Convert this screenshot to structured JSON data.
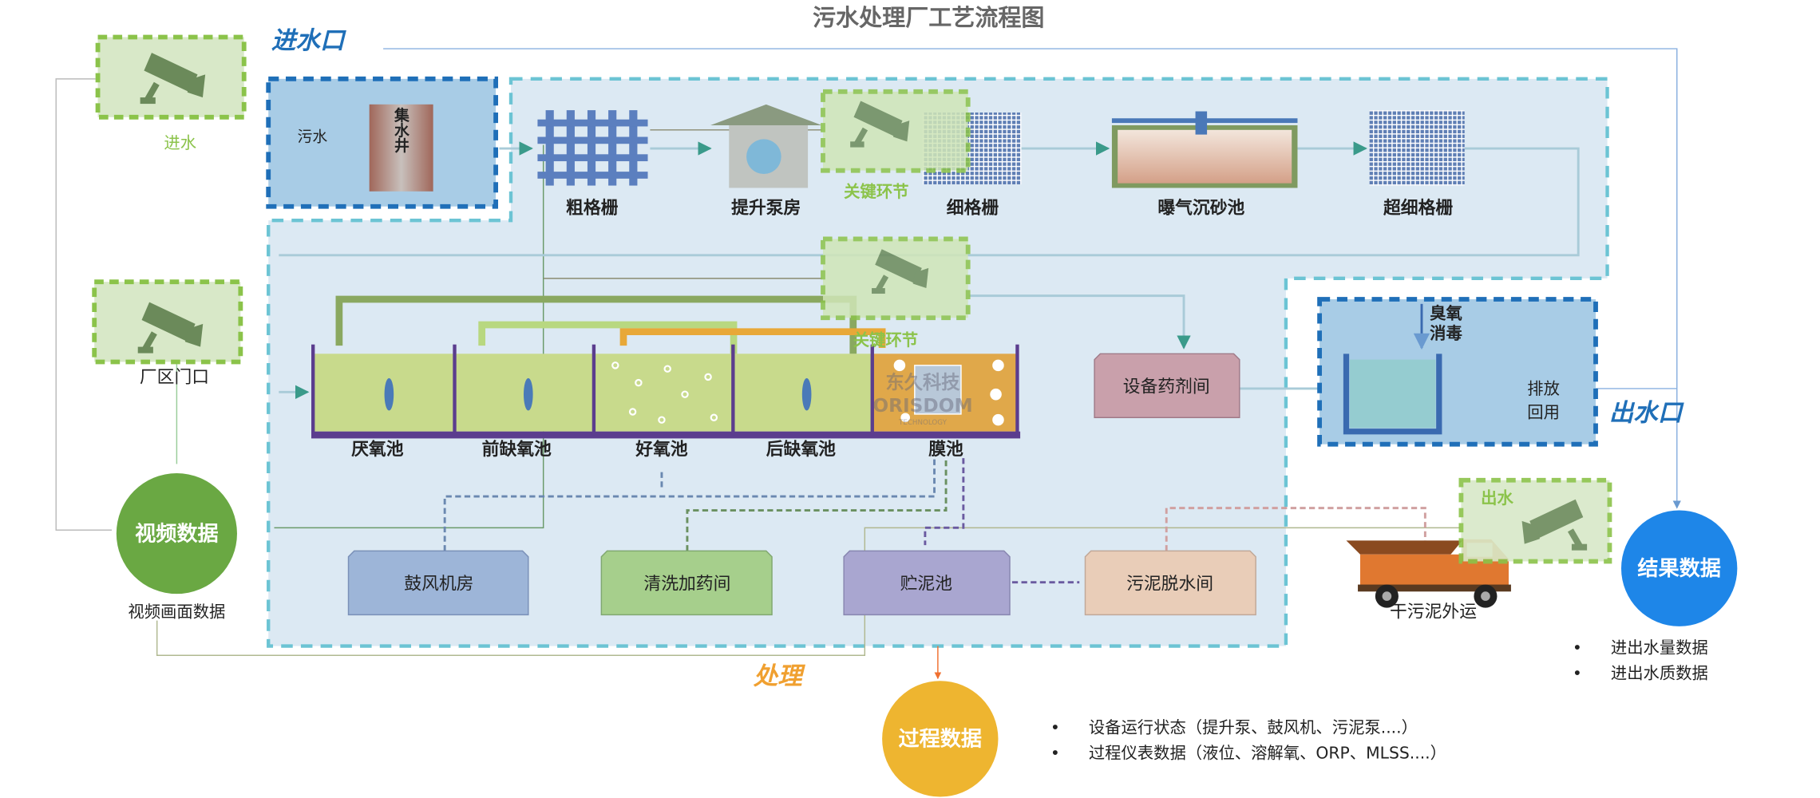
{
  "title": "污水处理厂工艺流程图",
  "zones": {
    "inlet": "进水口",
    "treatment": "处理",
    "outlet": "出水口"
  },
  "cameras": {
    "inlet": {
      "label": "进水",
      "icon": "camera-icon"
    },
    "gate": {
      "label": "厂区门口",
      "icon": "camera-icon"
    },
    "key1": {
      "label": "关键环节",
      "icon": "camera-icon"
    },
    "key2": {
      "label": "关键环节",
      "icon": "camera-icon"
    },
    "outlet": {
      "label": "出水",
      "icon": "camera-icon"
    }
  },
  "inlet": {
    "sewage": "污水",
    "well": "集水井"
  },
  "pretreatment": [
    "粗格栅",
    "提升泵房",
    "细格栅",
    "曝气沉砂池",
    "超细格栅"
  ],
  "tanks": [
    "厌氧池",
    "前缺氧池",
    "好氧池",
    "后缺氧池",
    "膜池"
  ],
  "rooms": {
    "chemical": "设备药剂间",
    "blower": "鼓风机房",
    "cleaning": "清洗加药间",
    "sludge_tank": "贮泥池",
    "dewatering": "污泥脱水间"
  },
  "outlet": {
    "ozone_line1": "臭氧",
    "ozone_line2": "消毒",
    "discharge_line1": "排放",
    "discharge_line2": "回用"
  },
  "truck_label": "干污泥外运",
  "watermark": {
    "cn": "东久科技",
    "en": "ORISDOM",
    "sub": "TECHNOLOGY"
  },
  "data_nodes": {
    "video": {
      "label": "视频数据",
      "caption": "视频画面数据",
      "color": "#6aa843"
    },
    "process": {
      "label": "过程数据",
      "color": "#eeb530",
      "bullets": [
        "设备运行状态（提升泵、鼓风机、污泥泵....）",
        "过程仪表数据（液位、溶解氧、ORP、MLSS....）"
      ]
    },
    "result": {
      "label": "结果数据",
      "color": "#1e86e8",
      "bullets": [
        "进出水量数据",
        "进出水质数据"
      ]
    }
  },
  "colors": {
    "inlet_zone": "#1f6fb8",
    "treatment_zone": "#f0a030",
    "camera_border": "#8bc34a",
    "tank_wall": "#5b3d8e"
  }
}
